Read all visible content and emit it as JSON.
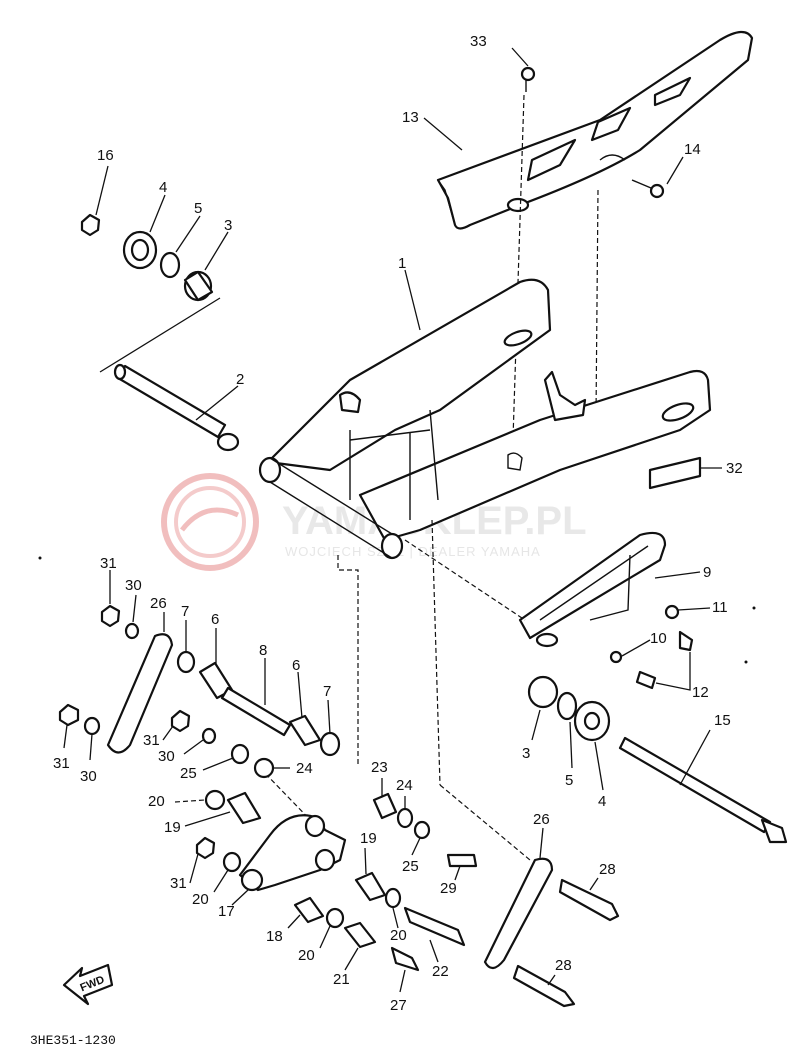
{
  "diagram_code": "3HE351-1230",
  "fwd_label": "FWD",
  "watermark": {
    "brand": "YAMASKLEP.PL",
    "subtitle": "WOJCIECH SZCZ | DEALER YAMAHA",
    "color": "#e8a0a0"
  },
  "callouts": [
    {
      "id": "c33",
      "text": "33"
    },
    {
      "id": "c13",
      "text": "13"
    },
    {
      "id": "c14",
      "text": "14"
    },
    {
      "id": "c16",
      "text": "16"
    },
    {
      "id": "c4a",
      "text": "4"
    },
    {
      "id": "c5a",
      "text": "5"
    },
    {
      "id": "c3a",
      "text": "3"
    },
    {
      "id": "c1",
      "text": "1"
    },
    {
      "id": "c2",
      "text": "2"
    },
    {
      "id": "c32",
      "text": "32"
    },
    {
      "id": "c9",
      "text": "9"
    },
    {
      "id": "c11",
      "text": "11"
    },
    {
      "id": "c10",
      "text": "10"
    },
    {
      "id": "c12",
      "text": "12"
    },
    {
      "id": "c15",
      "text": "15"
    },
    {
      "id": "c3b",
      "text": "3"
    },
    {
      "id": "c5b",
      "text": "5"
    },
    {
      "id": "c4b",
      "text": "4"
    },
    {
      "id": "c31a",
      "text": "31"
    },
    {
      "id": "c30a",
      "text": "30"
    },
    {
      "id": "c26a",
      "text": "26"
    },
    {
      "id": "c7a",
      "text": "7"
    },
    {
      "id": "c6a",
      "text": "6"
    },
    {
      "id": "c8",
      "text": "8"
    },
    {
      "id": "c6b",
      "text": "6"
    },
    {
      "id": "c7b",
      "text": "7"
    },
    {
      "id": "c31b",
      "text": "31"
    },
    {
      "id": "c30b",
      "text": "30"
    },
    {
      "id": "c31c",
      "text": "31"
    },
    {
      "id": "c30c",
      "text": "30"
    },
    {
      "id": "c25a",
      "text": "25"
    },
    {
      "id": "c24a",
      "text": "24"
    },
    {
      "id": "c23",
      "text": "23"
    },
    {
      "id": "c24b",
      "text": "24"
    },
    {
      "id": "c20a",
      "text": "20"
    },
    {
      "id": "c19a",
      "text": "19"
    },
    {
      "id": "c19b",
      "text": "19"
    },
    {
      "id": "c25b",
      "text": "25"
    },
    {
      "id": "c31d",
      "text": "31"
    },
    {
      "id": "c20b",
      "text": "20"
    },
    {
      "id": "c17",
      "text": "17"
    },
    {
      "id": "c29",
      "text": "29"
    },
    {
      "id": "c26b",
      "text": "26"
    },
    {
      "id": "c28a",
      "text": "28"
    },
    {
      "id": "c18",
      "text": "18"
    },
    {
      "id": "c20c",
      "text": "20"
    },
    {
      "id": "c20d",
      "text": "20"
    },
    {
      "id": "c21",
      "text": "21"
    },
    {
      "id": "c22",
      "text": "22"
    },
    {
      "id": "c27",
      "text": "27"
    },
    {
      "id": "c28b",
      "text": "28"
    }
  ]
}
